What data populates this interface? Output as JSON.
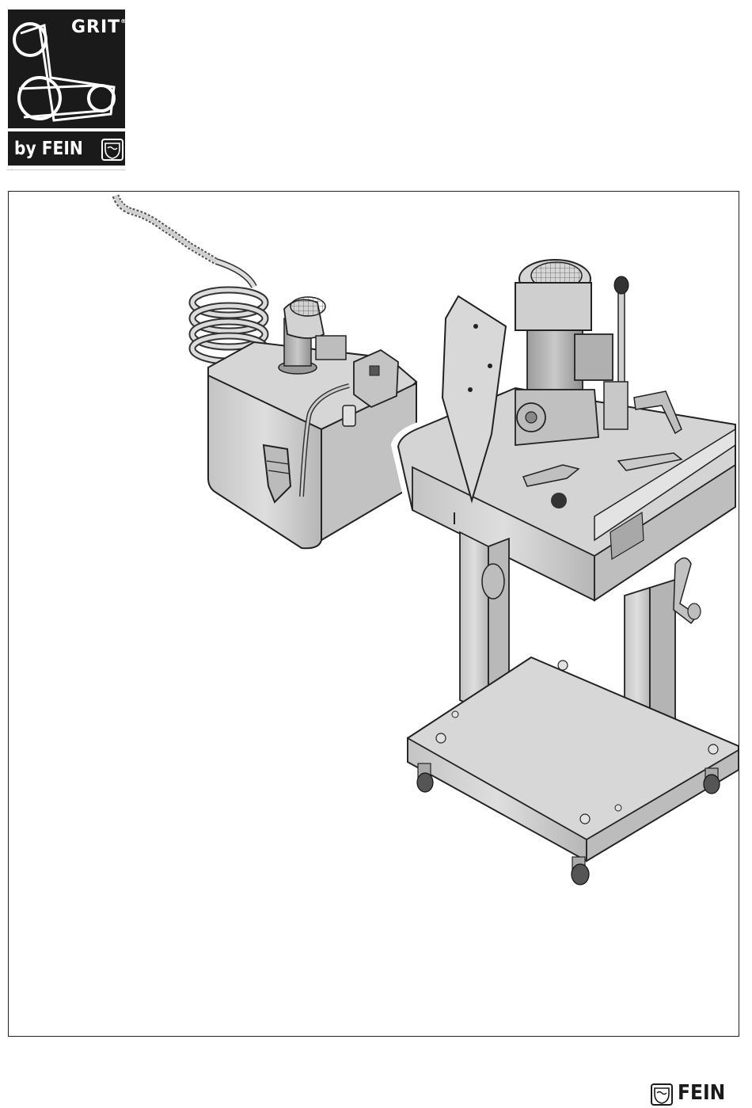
{
  "logo": {
    "brand": "GRIT",
    "trademark": "®",
    "byline": "by FEIN"
  },
  "footer": {
    "brand": "FEIN"
  },
  "colors": {
    "logo_background": "#1a1a1a",
    "machine_gray": "#cdcdcd",
    "outline": "#222222"
  },
  "icons": {
    "logo_emblem": "belt-pulley-icon",
    "seal": "fein-seal-icon"
  }
}
